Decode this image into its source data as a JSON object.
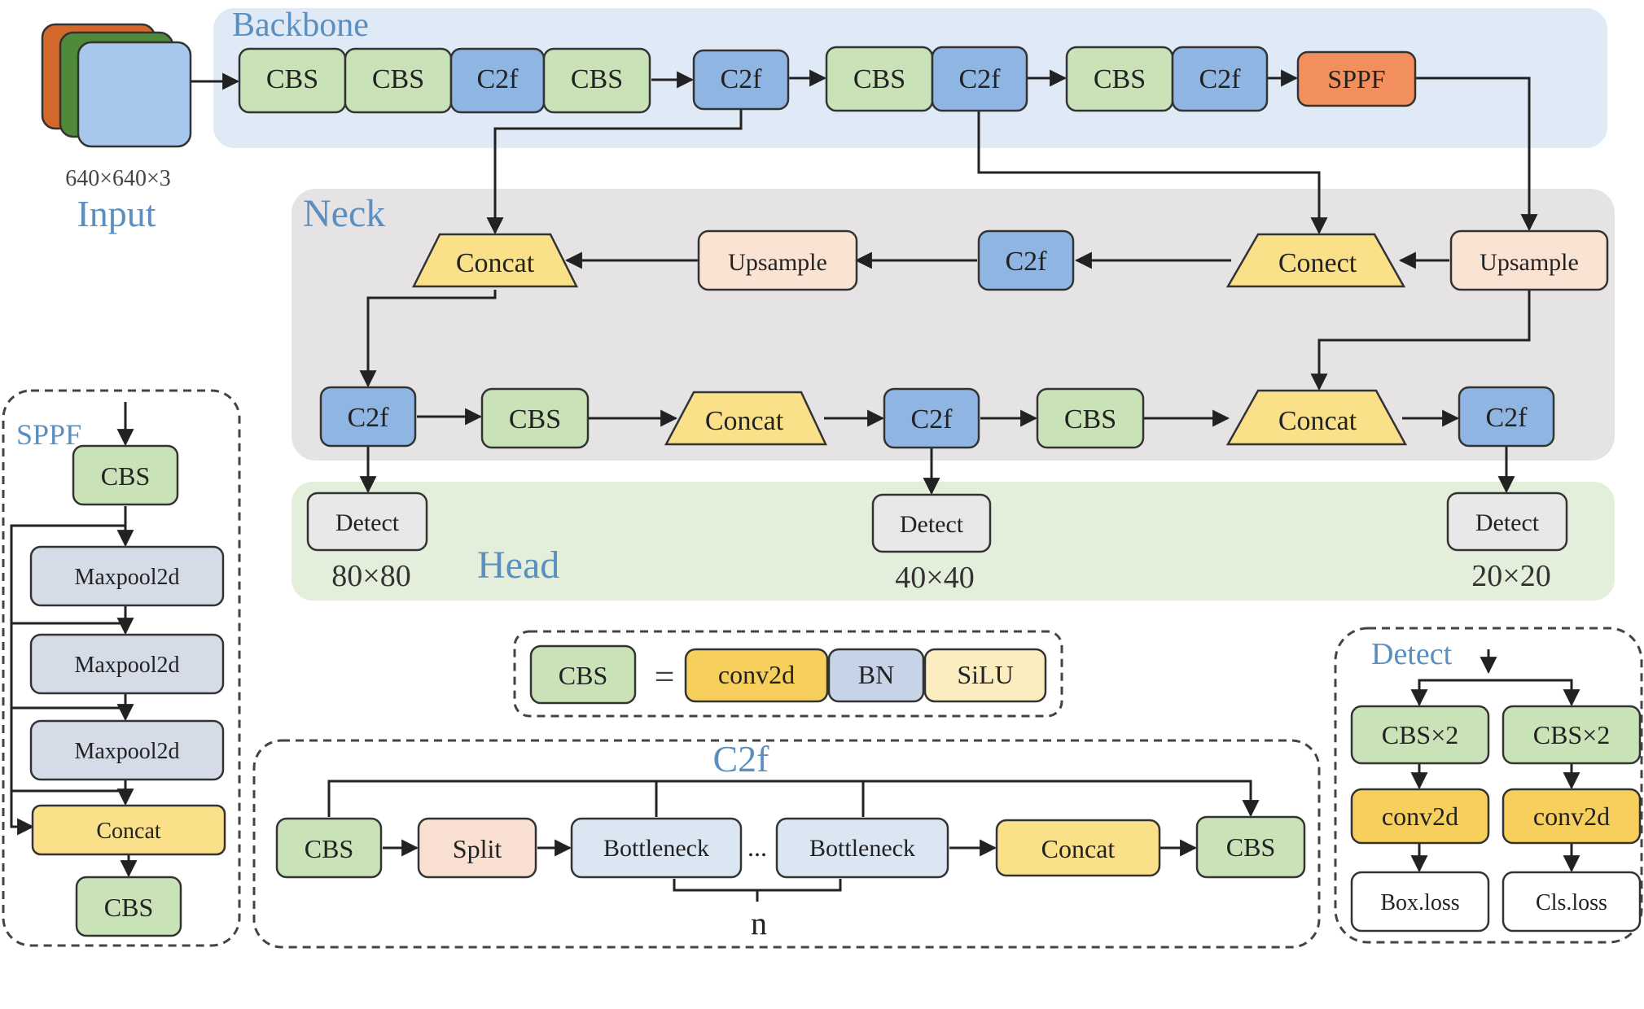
{
  "colors": {
    "cbs": "#c9e2b8",
    "c2f": "#8fb6e2",
    "sppf": "#f28f5c",
    "concat": "#fbe08a",
    "upsample": "#fbe3d4",
    "detect": "#e8e8e8",
    "maxpool": "#d5dbe7",
    "conv2d": "#f7cf5c",
    "bn": "#c7d3e6",
    "silu": "#fbedc0",
    "split": "#fae0d2",
    "bottleneck": "#dbe6f3",
    "backbone_bg": "#dfeaf6",
    "neck_bg": "#e6e3e5",
    "head_bg": "#e4efdb",
    "label_blue": "#5a8fc0"
  },
  "input": {
    "size": "640×640×3",
    "label": "Input"
  },
  "sections": {
    "backbone": "Backbone",
    "neck": "Neck",
    "head": "Head"
  },
  "backbone": {
    "b1": "CBS",
    "b2": "CBS",
    "b3": "C2f",
    "b4": "CBS",
    "b5": "C2f",
    "b6": "CBS",
    "b7": "C2f",
    "b8": "CBS",
    "b9": "C2f",
    "b10": "SPPF"
  },
  "neck": {
    "concat_top_left": "Concat",
    "upsample_mid": "Upsample",
    "c2f_mid": "C2f",
    "concat_top_right": "Conect",
    "upsample_right": "Upsample",
    "c2f_out1": "C2f",
    "cbs_1": "CBS",
    "concat_bot_mid": "Concat",
    "c2f_out2": "C2f",
    "cbs_2": "CBS",
    "concat_bot_right": "Concat",
    "c2f_out3": "C2f"
  },
  "head": {
    "detect": "Detect",
    "scale1": "80×80",
    "scale2": "40×40",
    "scale3": "20×20"
  },
  "sppf_block": {
    "title": "SPPF",
    "cbs_in": "CBS",
    "maxpool": "Maxpool2d",
    "concat": "Concat",
    "cbs_out": "CBS"
  },
  "cbs_def": {
    "cbs": "CBS",
    "eq": "=",
    "conv2d": "conv2d",
    "bn": "BN",
    "silu": "SiLU"
  },
  "c2f_block": {
    "title": "C2f",
    "cbs_in": "CBS",
    "split": "Split",
    "bottleneck": "Bottleneck",
    "dots": "...",
    "concat": "Concat",
    "cbs_out": "CBS",
    "n": "n"
  },
  "detect_block": {
    "title": "Detect",
    "cbs_x2": "CBS×2",
    "conv2d": "conv2d",
    "box_loss": "Box.loss",
    "cls_loss": "Cls.loss"
  }
}
